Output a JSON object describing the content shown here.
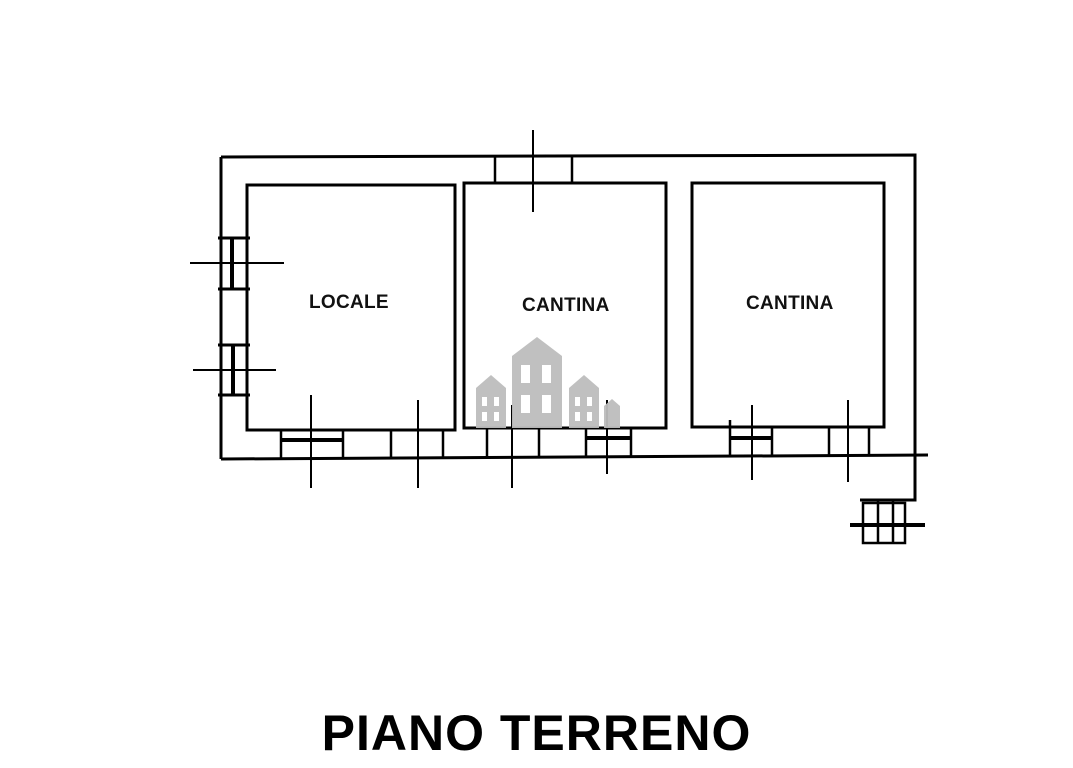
{
  "plan": {
    "title": "PIANO TERRENO",
    "rooms": [
      {
        "label": "LOCALE"
      },
      {
        "label": "CANTINA"
      },
      {
        "label": "CANTINA"
      }
    ],
    "watermark": "buildings-logo-icon"
  }
}
